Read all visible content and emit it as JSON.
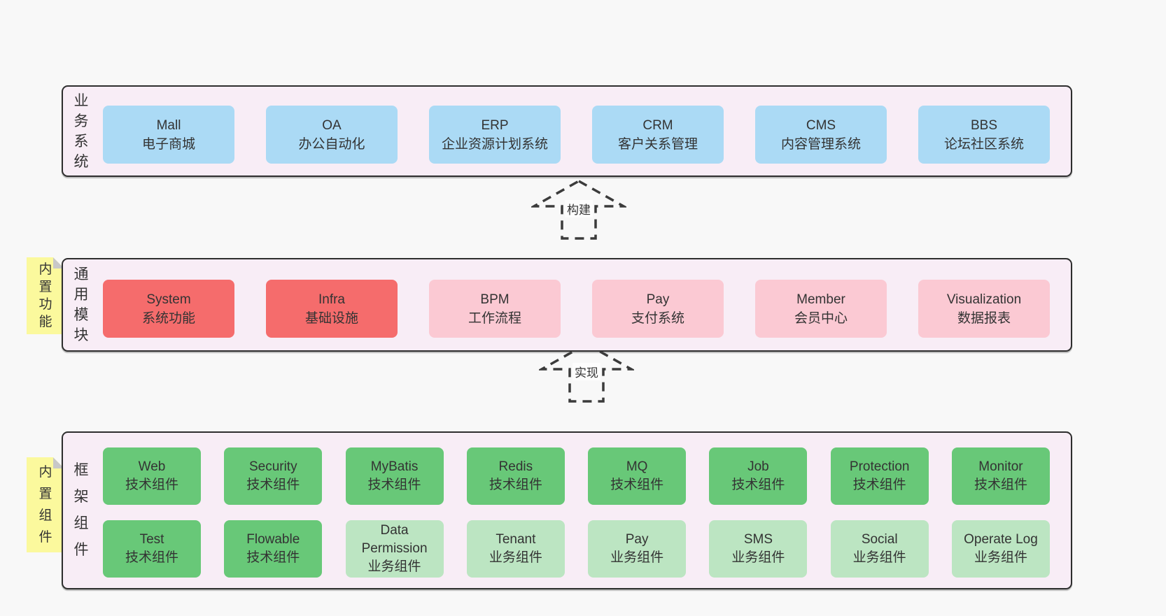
{
  "colors": {
    "page_bg": "#f8f8f8",
    "panel_bg": "#f8edf6",
    "panel_border": "#2e2e2e",
    "blue": "#abdaf5",
    "red": "#f56c6c",
    "pink": "#fbc9d3",
    "green": "#68c878",
    "light_green": "#bce5c2",
    "yellow": "#fbf99d",
    "text": "#333333"
  },
  "arrows": [
    {
      "label": "构建"
    },
    {
      "label": "实现"
    }
  ],
  "sections": [
    {
      "id": "business-systems",
      "label": "业务系统",
      "sticky": null,
      "rows": [
        [
          {
            "en": "Mall",
            "zh": "电子商城",
            "color": "blue"
          },
          {
            "en": "OA",
            "zh": "办公自动化",
            "color": "blue"
          },
          {
            "en": "ERP",
            "zh": "企业资源计划系统",
            "color": "blue"
          },
          {
            "en": "CRM",
            "zh": "客户关系管理",
            "color": "blue"
          },
          {
            "en": "CMS",
            "zh": "内容管理系统",
            "color": "blue"
          },
          {
            "en": "BBS",
            "zh": "论坛社区系统",
            "color": "blue"
          }
        ]
      ]
    },
    {
      "id": "common-modules",
      "label": "通用模块",
      "sticky": "内置功能",
      "rows": [
        [
          {
            "en": "System",
            "zh": "系统功能",
            "color": "red"
          },
          {
            "en": "Infra",
            "zh": "基础设施",
            "color": "red"
          },
          {
            "en": "BPM",
            "zh": "工作流程",
            "color": "pink"
          },
          {
            "en": "Pay",
            "zh": "支付系统",
            "color": "pink"
          },
          {
            "en": "Member",
            "zh": "会员中心",
            "color": "pink"
          },
          {
            "en": "Visualization",
            "zh": "数据报表",
            "color": "pink"
          }
        ]
      ]
    },
    {
      "id": "framework-components",
      "label": "框架组件",
      "sticky": "内置组件",
      "rows": [
        [
          {
            "en": "Web",
            "zh": "技术组件",
            "color": "green"
          },
          {
            "en": "Security",
            "zh": "技术组件",
            "color": "green"
          },
          {
            "en": "MyBatis",
            "zh": "技术组件",
            "color": "green"
          },
          {
            "en": "Redis",
            "zh": "技术组件",
            "color": "green"
          },
          {
            "en": "MQ",
            "zh": "技术组件",
            "color": "green"
          },
          {
            "en": "Job",
            "zh": "技术组件",
            "color": "green"
          },
          {
            "en": "Protection",
            "zh": "技术组件",
            "color": "green"
          },
          {
            "en": "Monitor",
            "zh": "技术组件",
            "color": "green"
          }
        ],
        [
          {
            "en": "Test",
            "zh": "技术组件",
            "color": "green"
          },
          {
            "en": "Flowable",
            "zh": "技术组件",
            "color": "green"
          },
          {
            "en": "Data Permission",
            "zh": "业务组件",
            "color": "light_green"
          },
          {
            "en": "Tenant",
            "zh": "业务组件",
            "color": "light_green"
          },
          {
            "en": "Pay",
            "zh": "业务组件",
            "color": "light_green"
          },
          {
            "en": "SMS",
            "zh": "业务组件",
            "color": "light_green"
          },
          {
            "en": "Social",
            "zh": "业务组件",
            "color": "light_green"
          },
          {
            "en": "Operate Log",
            "zh": "业务组件",
            "color": "light_green"
          }
        ]
      ]
    }
  ]
}
